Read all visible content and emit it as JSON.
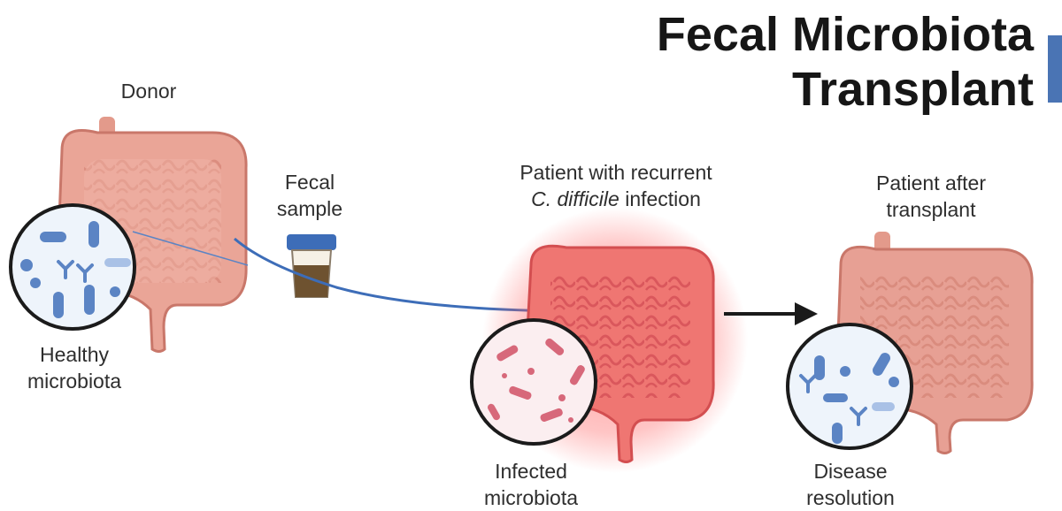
{
  "title": {
    "line1": "Fecal Microbiota",
    "line2": "Transplant"
  },
  "labels": {
    "donor": "Donor",
    "healthy": {
      "line1": "Healthy",
      "line2": "microbiota"
    },
    "fecal_sample": {
      "line1": "Fecal",
      "line2": "sample"
    },
    "patient": {
      "line1": "Patient with recurrent",
      "line2_italic": "C. difficile",
      "line2_rest": " infection"
    },
    "infected": {
      "line1": "Infected",
      "line2": "microbiota"
    },
    "patient_after": {
      "line1": "Patient after",
      "line2": "transplant"
    },
    "resolution": {
      "line1": "Disease",
      "line2": "resolution"
    }
  },
  "colors": {
    "accent": "#4a74b4",
    "intestine": "#e8a293",
    "intestine_dark": "#c9776a",
    "infected_glow": "#ff5a5a",
    "healthy_bacteria": "#5b84c4",
    "infected_bacteria": "#d7687a",
    "arrow_black": "#1a1a1a"
  },
  "icons": [
    "intestine-icon",
    "microbiota-magnifier-icon",
    "sample-jar-icon",
    "arrow-right-icon"
  ]
}
